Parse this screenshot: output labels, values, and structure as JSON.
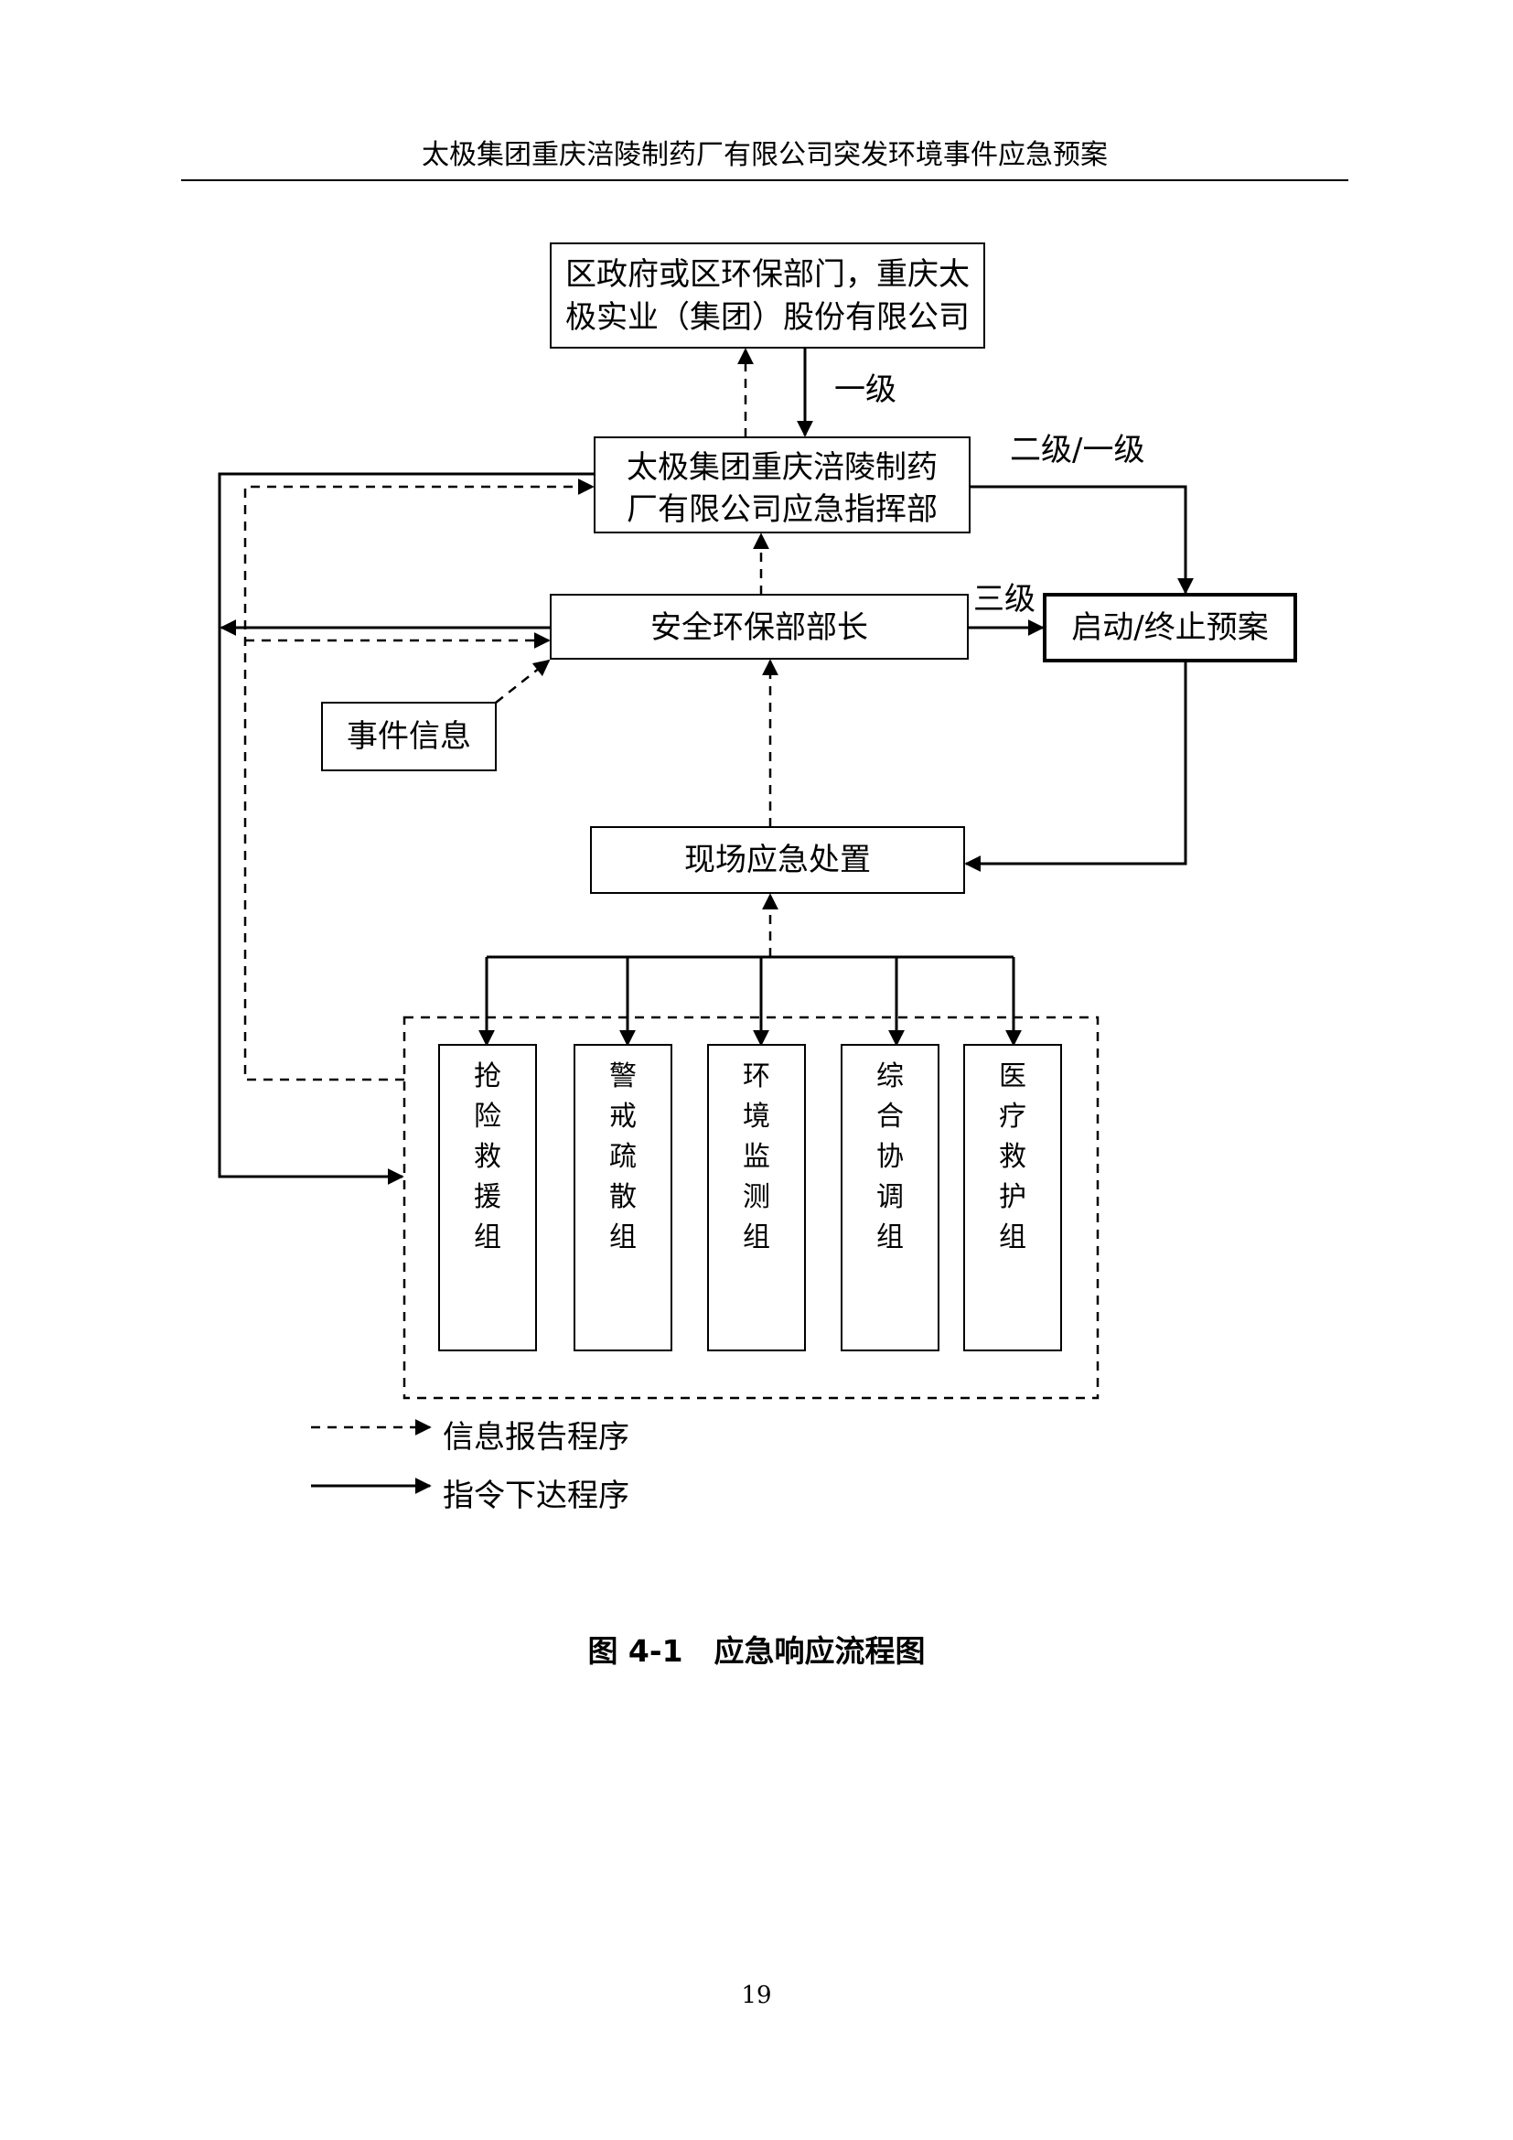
{
  "header": {
    "title": "太极集团重庆涪陵制药厂有限公司突发环境事件应急预案"
  },
  "nodes": {
    "gov": {
      "line1": "区政府或区环保部门，重庆太",
      "line2": "极实业（集团）股份有限公司"
    },
    "command": {
      "line1": "太极集团重庆涪陵制药",
      "line2": "厂有限公司应急指挥部"
    },
    "safety_head": {
      "label": "安全环保部部长"
    },
    "start_stop": {
      "label": "启动/终止预案"
    },
    "event_info": {
      "label": "事件信息"
    },
    "onsite": {
      "label": "现场应急处置"
    }
  },
  "groups": [
    {
      "chars": [
        "抢",
        "险",
        "救",
        "援",
        "组"
      ]
    },
    {
      "chars": [
        "警",
        "戒",
        "疏",
        "散",
        "组"
      ]
    },
    {
      "chars": [
        "环",
        "境",
        "监",
        "测",
        "组"
      ]
    },
    {
      "chars": [
        "综",
        "合",
        "协",
        "调",
        "组"
      ]
    },
    {
      "chars": [
        "医",
        "疗",
        "救",
        "护",
        "组"
      ]
    }
  ],
  "edge_labels": {
    "level1": "一级",
    "level2_1": "二级/一级",
    "level3": "三级"
  },
  "legend": {
    "dashed": "信息报告程序",
    "solid": "指令下达程序"
  },
  "caption": {
    "number": "图 4-1",
    "title": "应急响应流程图"
  },
  "page_number": "19"
}
